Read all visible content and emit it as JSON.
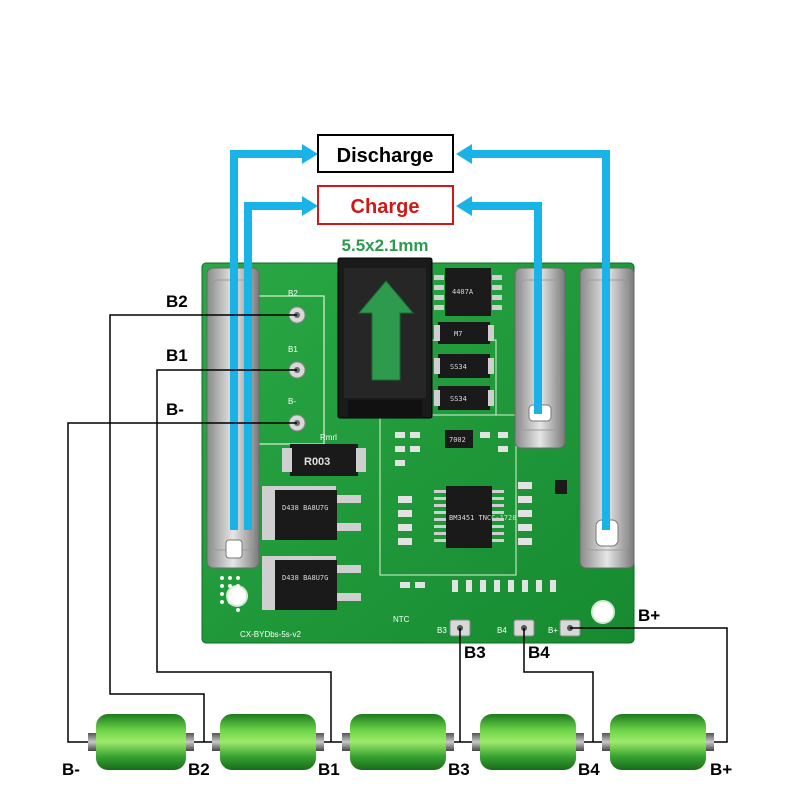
{
  "legend": {
    "discharge": "Discharge",
    "charge": "Charge",
    "connector": "5.5x2.1mm"
  },
  "board_labels": {
    "b2": "B2",
    "b1": "B1",
    "bminus": "B-",
    "b3": "B3",
    "b4": "B4",
    "bplus": "B+"
  },
  "battery_labels": [
    "B-",
    "B2",
    "B1",
    "B3",
    "B4",
    "B+"
  ],
  "silkscreen": {
    "pcb_name": "CX-BYDbs-5s-v2",
    "ntc": "NTC",
    "pad_b3": "B3",
    "pad_b4": "B4",
    "pad_bplus": "B+",
    "pad_b2": "B2",
    "pad_b1": "B1",
    "pad_bminus": "B-",
    "ic_main": "BM3451 TNCC-1728",
    "mosfet_1": "D438 BA8U7G",
    "mosfet_2": "D438 BA8U7G",
    "resistor": "R003",
    "diode_1": "M7",
    "diode_2": "SS34",
    "diode_3": "SS34",
    "top_chip": "4407A",
    "rsense": "Rmrl",
    "small_ic": "7002"
  },
  "colors": {
    "arrow_blue": "#1ab3e8",
    "pcb_green": "#1f9a3a",
    "charge_red": "#d11818",
    "connector_green": "#2e9a4e",
    "battery_green": "#3fb53c"
  }
}
